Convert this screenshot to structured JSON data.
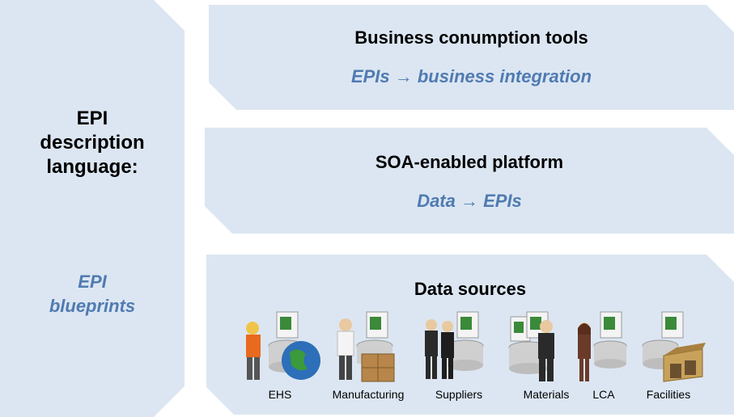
{
  "left": {
    "title_lines": [
      "EPI",
      "description",
      "language:"
    ],
    "subtitle_lines": [
      "EPI",
      "blueprints"
    ]
  },
  "tiers": {
    "top": {
      "title": "Business conumption tools",
      "subtitle": "EPIs → business integration"
    },
    "middle": {
      "title": "SOA-enabled platform",
      "subtitle": "Data → EPIs"
    },
    "bottom": {
      "title": "Data sources"
    }
  },
  "sources": [
    {
      "label": "EHS",
      "icon": "worker-globe-icon"
    },
    {
      "label": "Manufacturing",
      "icon": "manager-crates-icon"
    },
    {
      "label": "Suppliers",
      "icon": "handshake-icon"
    },
    {
      "label": "Materials",
      "icon": "businessman-database-icon"
    },
    {
      "label": "LCA",
      "icon": "woman-phone-icon"
    },
    {
      "label": "Facilities",
      "icon": "warehouse-icon"
    }
  ],
  "colors": {
    "panel": "#dce6f2",
    "accent_text": "#4f7bb1",
    "spreadsheet": "#3a8a3a"
  }
}
